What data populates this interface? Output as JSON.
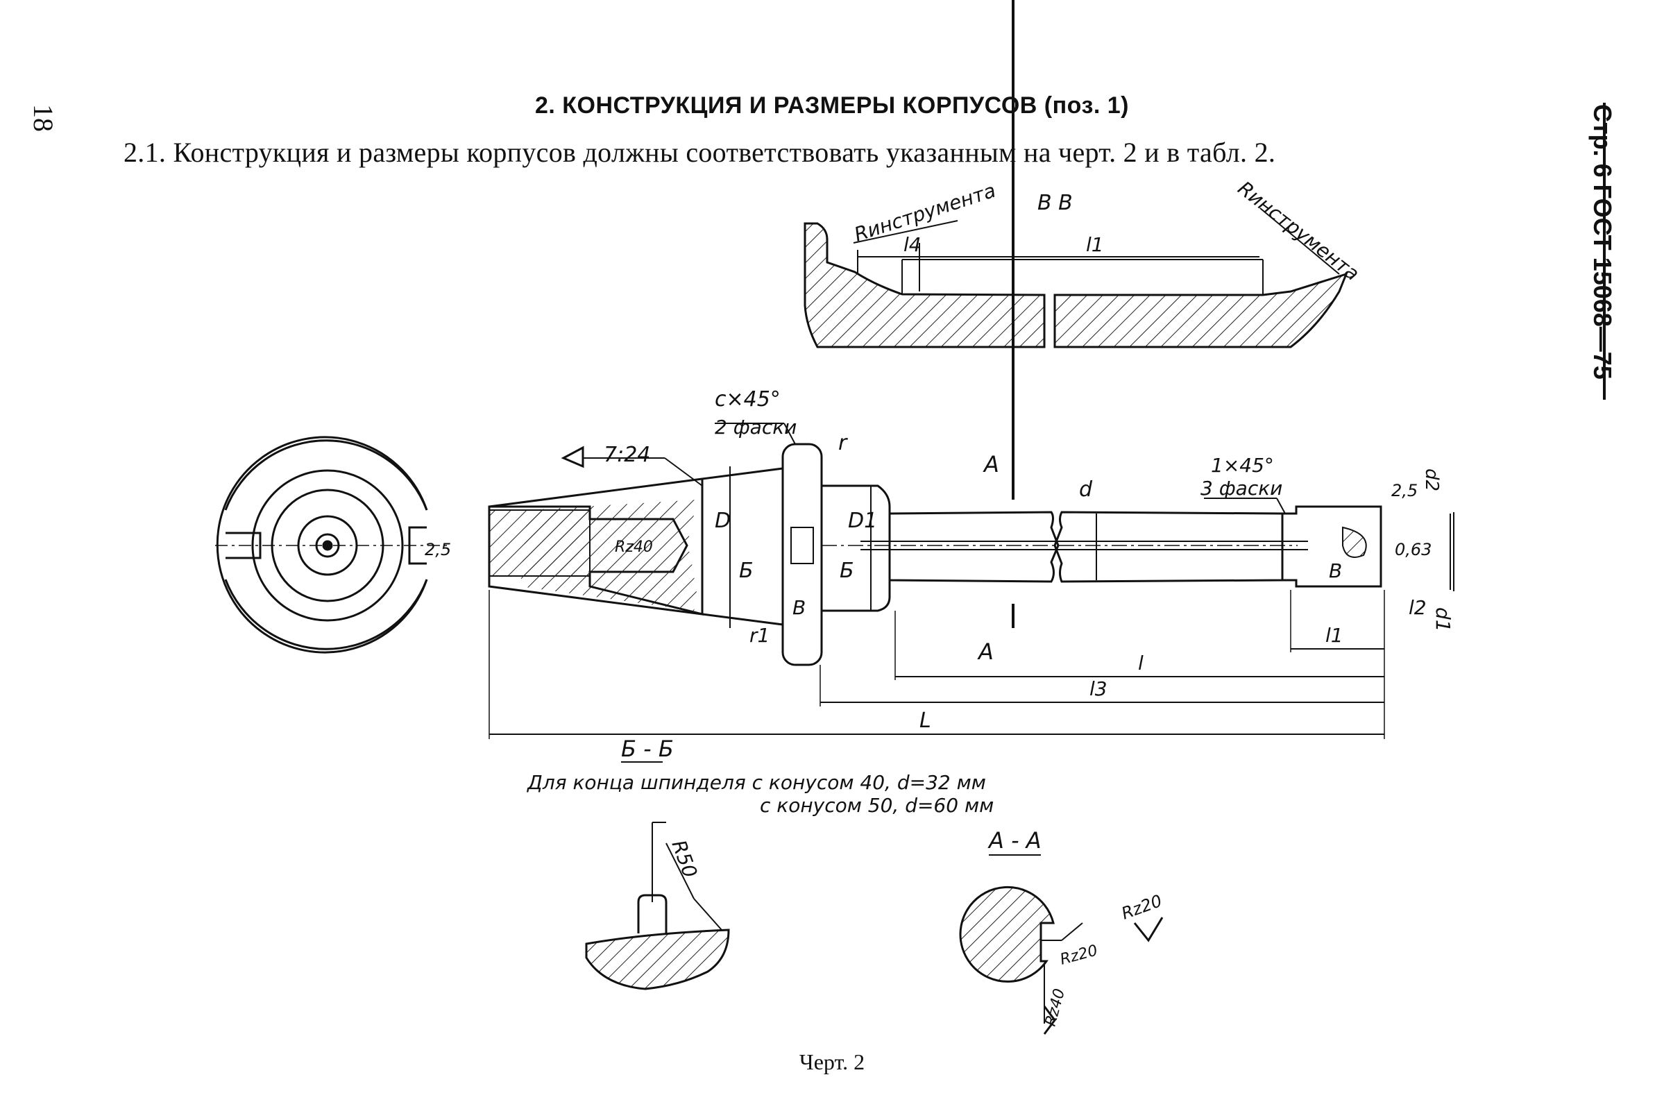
{
  "page_number": "18",
  "header": {
    "section_title": "2. КОНСТРУКЦИЯ И РАЗМЕРЫ КОРПУСОВ (поз. 1)",
    "intro": "2.1. Конструкция и размеры корпусов должны соответствовать указанным на черт. 2 и в табл. 2.",
    "side_text": "Стр. 6 ГОСТ 15068—75"
  },
  "drawing": {
    "section_vv": {
      "title": "В  В",
      "r_left": "Rинструмента",
      "r_right": "Rинструмента",
      "l4": "l4",
      "l1": "l1"
    },
    "main_view": {
      "chamfer_c": "c×45°",
      "chamfer_c_note": "2 фаски",
      "taper": "7:24",
      "r": "r",
      "r1": "r1",
      "D": "D",
      "D1": "D1",
      "b_mark": "Б",
      "v_mark": "В",
      "a_mark": "А",
      "d": "d",
      "rz40": "Rz40",
      "chamfer_1": "1×45°",
      "chamfer_1_note": "3 фаски",
      "roughness_25": "2,5",
      "roughness_063": "0,63",
      "l": "l",
      "l1": "l1",
      "l2": "l2",
      "l3": "l3",
      "L": "L",
      "d1": "d1",
      "d2": "d2"
    },
    "section_bb": {
      "title": "Б - Б",
      "note_line1": "Для конца шпинделя с конусом 40, d=32 мм",
      "note_line2": "с конусом 50, d=60 мм",
      "r50": "R50"
    },
    "section_aa": {
      "title": "А - А",
      "rz20_a": "Rz20",
      "rz20_b": "Rz20",
      "rz40": "Rz40"
    }
  },
  "caption": "Черт. 2"
}
